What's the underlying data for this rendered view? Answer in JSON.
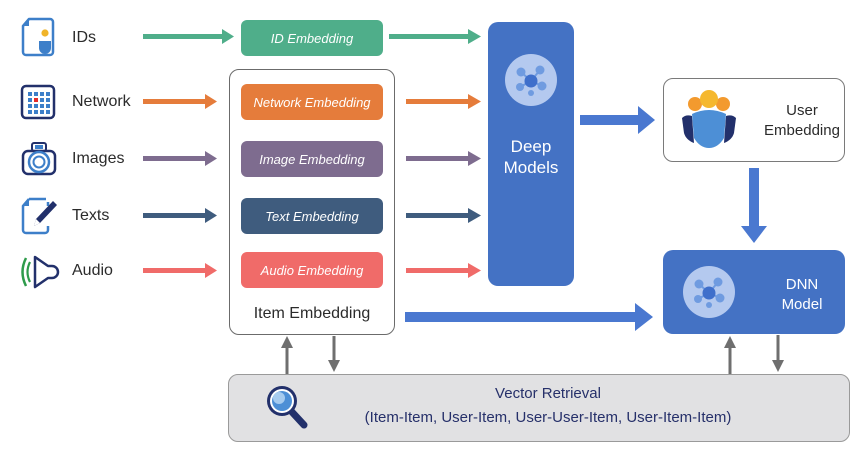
{
  "diagram": {
    "sources": [
      {
        "label": "IDs",
        "icon": "id-card-icon"
      },
      {
        "label": "Network",
        "icon": "network-grid-icon"
      },
      {
        "label": "Images",
        "icon": "camera-icon"
      },
      {
        "label": "Texts",
        "icon": "document-pen-icon"
      },
      {
        "label": "Audio",
        "icon": "speaker-icon"
      }
    ],
    "embeddings": [
      {
        "label": "ID Embedding",
        "color": "#4fae8a"
      },
      {
        "label": "Network Embedding",
        "color": "#e57c3b"
      },
      {
        "label": "Image Embedding",
        "color": "#7e6c8f"
      },
      {
        "label": "Text Embedding",
        "color": "#3f5c7e"
      },
      {
        "label": "Audio Embedding",
        "color": "#f06b69"
      }
    ],
    "item_embedding_label": "Item Embedding",
    "deep_models": {
      "line1": "Deep",
      "line2": "Models"
    },
    "user_embedding": {
      "line1": "User",
      "line2": "Embedding"
    },
    "dnn_model": {
      "line1": "DNN",
      "line2": "Model"
    },
    "vector_retrieval": {
      "title": "Vector Retrieval",
      "subtitle": "(Item-Item, User-Item, User-User-Item, User-Item-Item)"
    },
    "colors": {
      "model_blue": "#4472c4",
      "arrow_blue": "#4a78d0",
      "arrow_gray": "#6f6f6f",
      "retrieval_text": "#26306a"
    }
  }
}
